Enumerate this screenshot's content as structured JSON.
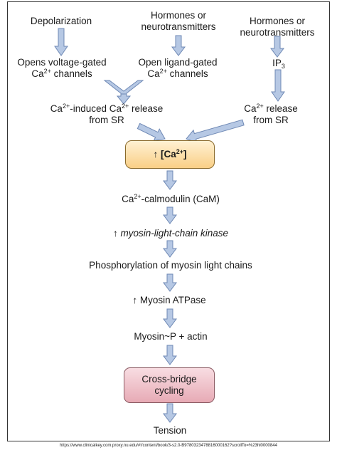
{
  "diagram": {
    "top_row": {
      "depolarization": "Depolarization",
      "hormones_left": [
        "Hormones or",
        "neurotransmitters"
      ],
      "hormones_right": [
        "Hormones or",
        "neurotransmitters"
      ]
    },
    "second_row": {
      "voltage_gated": {
        "line1": "Opens voltage-gated",
        "line2_base": "Ca",
        "line2_sup": "2+",
        "line2_rest": " channels"
      },
      "ligand_gated": {
        "line1": "Open ligand-gated",
        "line2_base": "Ca",
        "line2_sup": "2+",
        "line2_rest": " channels"
      },
      "ip3": {
        "base": "IP",
        "sub": "3"
      }
    },
    "third_row": {
      "cicr": {
        "a": "Ca",
        "a_sup": "2+",
        "b": "-induced Ca",
        "b_sup": "2+",
        "c": " release",
        "line2": "from SR"
      },
      "release_sr": {
        "a": "Ca",
        "a_sup": "2+",
        "b": " release",
        "line2": "from SR"
      }
    },
    "calcium_box": {
      "arrow": "↑",
      "text_a": " [Ca",
      "sup": "2+",
      "text_b": "]"
    },
    "steps": {
      "calmodulin": {
        "a": "Ca",
        "sup": "2+",
        "b": "-calmodulin (CaM)"
      },
      "mlck": {
        "arrow": "↑",
        "text": "myosin-light-chain kinase"
      },
      "phosphorylation": "Phosphorylation of myosin light chains",
      "atpase": {
        "arrow": "↑",
        "text": "Myosin ATPase"
      },
      "myosin_actin": "Myosin~P + actin",
      "crossbridge": "Cross-bridge\ncycling",
      "tension": "Tension"
    },
    "source_url": "https://www.clinicalkey.com.proxy.nu.edu/#!/content/book/3-s2.0-B9780323478816000162?scrollTo=%23hl0000844"
  },
  "colors": {
    "arrow_fill": "#b6c8e4",
    "arrow_stroke": "#6f89b5",
    "calcium_box": "#f9cf86",
    "crossbridge_box": "#e7aab5"
  }
}
